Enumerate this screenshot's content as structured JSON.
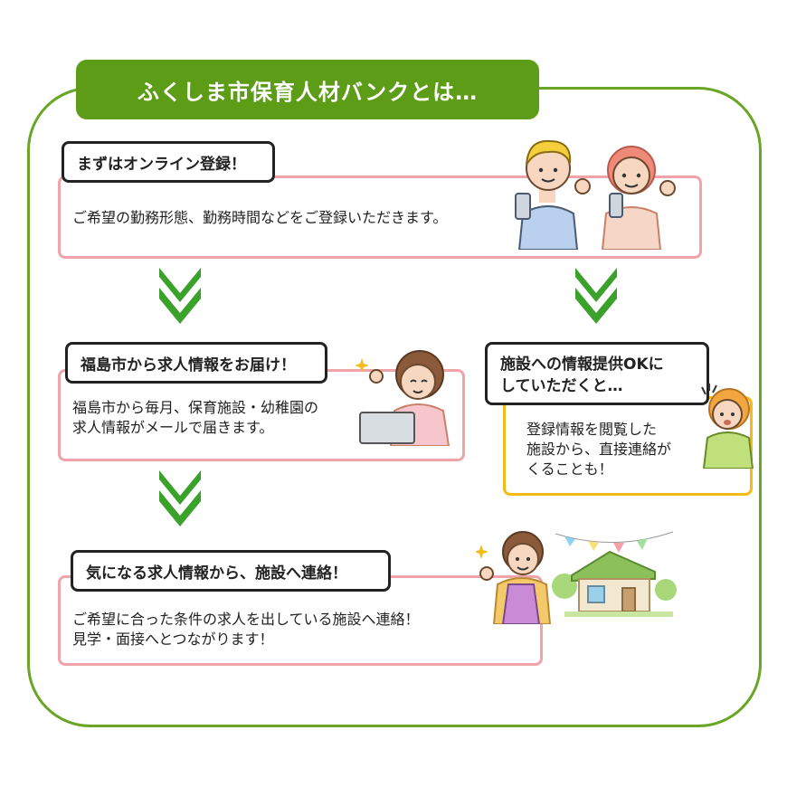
{
  "title": "ふくしま市保育人材バンクとは…",
  "steps": [
    {
      "heading": "まずはオンライン登録！",
      "body": "ご希望の勤務形態、勤務時間などをご登録いただきます。"
    },
    {
      "heading": "福島市から求人情報をお届け！",
      "body_lines": [
        "福島市から毎月、保育施設・幼稚園の",
        "求人情報がメールで届きます。"
      ]
    },
    {
      "heading": "気になる求人情報から、施設へ連絡！",
      "body_lines": [
        "ご希望に合った条件の求人を出している施設へ連絡！",
        "見学・面接へとつながります！"
      ]
    }
  ],
  "side": {
    "heading_lines": [
      "施設への情報提供OKに",
      "していただくと…"
    ],
    "body_lines": [
      "登録情報を閲覧した",
      "施設から、直接連絡が",
      "くることも！"
    ]
  },
  "colors": {
    "green": "#5c9c16",
    "frame": "#6aa625",
    "pink_border": "#f0a3a8",
    "yellow_border": "#f2bb16",
    "arrow": "#3aa12b"
  },
  "icons": [
    "down-arrow-icon",
    "couple-ok-illustration",
    "woman-laptop-illustration",
    "woman-phone-illustration",
    "woman-apron-illustration",
    "house-illustration"
  ]
}
